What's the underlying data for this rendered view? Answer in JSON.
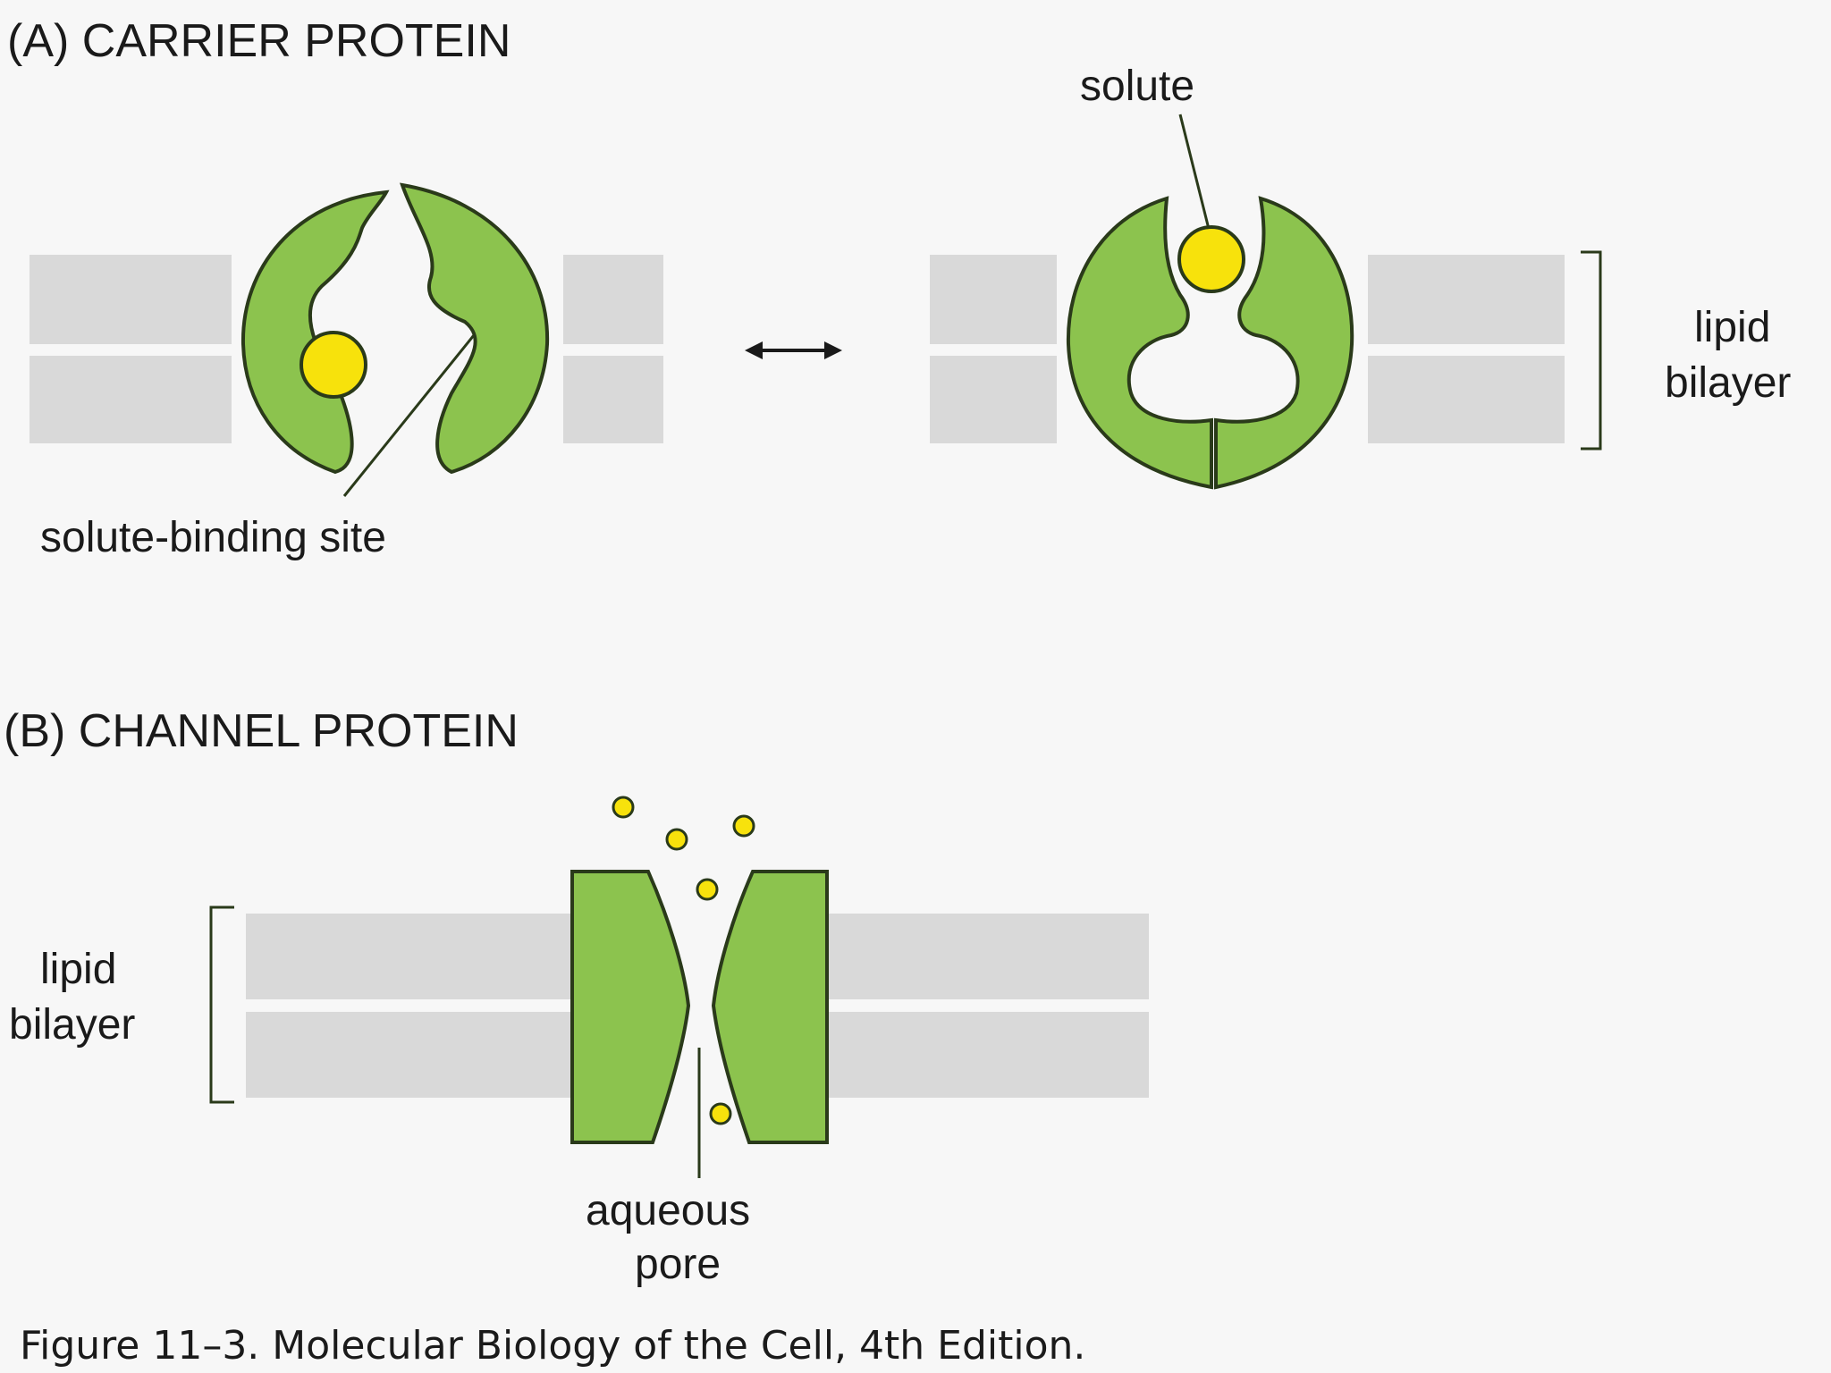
{
  "section_a": {
    "title": "(A)   CARRIER PROTEIN",
    "labels": {
      "solute": "solute",
      "binding_site": "solute-binding site",
      "lipid_bilayer_line1": "lipid",
      "lipid_bilayer_line2": "bilayer"
    }
  },
  "section_b": {
    "title": "(B)   CHANNEL PROTEIN",
    "labels": {
      "lipid_bilayer_line1": "lipid",
      "lipid_bilayer_line2": "bilayer",
      "pore_line1": "aqueous",
      "pore_line2": "pore"
    }
  },
  "caption": "Figure 11–3. Molecular Biology of the Cell, 4th Edition.",
  "colors": {
    "protein": "#8cc34e",
    "outline": "#2a3a1a",
    "solute": "#f7e20c",
    "membrane": "#d9d9d9",
    "background": "#f7f7f7"
  }
}
